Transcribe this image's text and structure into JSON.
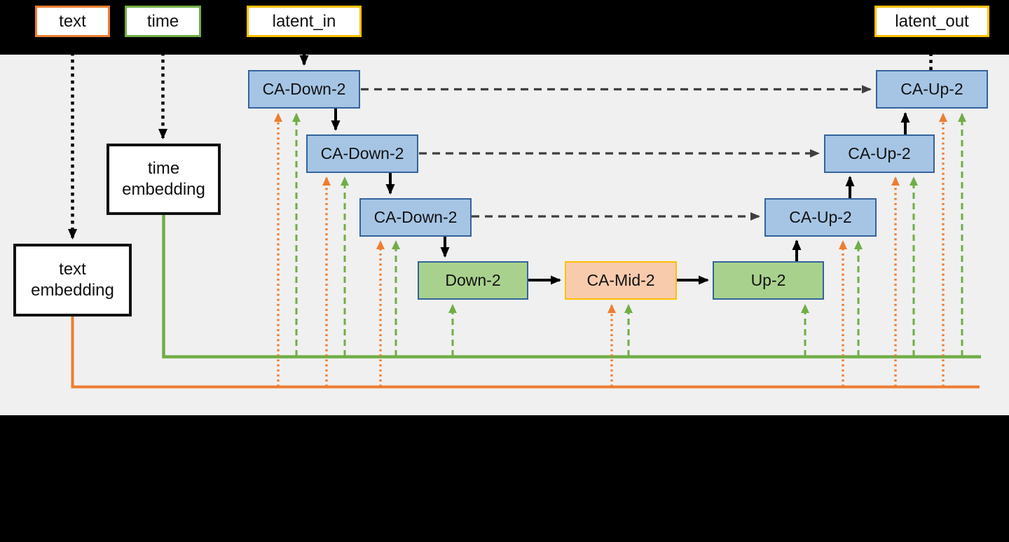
{
  "palette": {
    "background": "#000000",
    "panel": "#F0F0F0",
    "orange": "#ED7D31",
    "green": "#70AD47",
    "gold": "#FFC000",
    "blue_fill": "#A6C5E5",
    "blue_border": "#34639B",
    "green_fill": "#A9D18E",
    "peach_fill": "#F8CBAD",
    "dash_gray": "#3F3F3F",
    "black": "#000000",
    "white": "#FFFFFF"
  },
  "nodes": {
    "input_text": {
      "label": "text",
      "border": "#ED7D31"
    },
    "input_time": {
      "label": "time",
      "border": "#70AD47"
    },
    "latent_in": {
      "label": "latent_in",
      "border": "#FFC000"
    },
    "latent_out": {
      "label": "latent_out",
      "border": "#FFC000"
    },
    "time_embedding": {
      "label": "time embedding",
      "border": "#70AD47"
    },
    "text_embedding": {
      "label": "text embedding",
      "border": "#ED7D31"
    },
    "ca_down_1": {
      "label": "CA-Down-2",
      "fill": "#A6C5E5"
    },
    "ca_down_2": {
      "label": "CA-Down-2",
      "fill": "#A6C5E5"
    },
    "ca_down_3": {
      "label": "CA-Down-2",
      "fill": "#A6C5E5"
    },
    "down": {
      "label": "Down-2",
      "fill": "#A9D18E"
    },
    "ca_mid": {
      "label": "CA-Mid-2",
      "fill": "#F8CBAD"
    },
    "up": {
      "label": "Up-2",
      "fill": "#A9D18E"
    },
    "ca_up_3": {
      "label": "CA-Up-2",
      "fill": "#A6C5E5"
    },
    "ca_up_2": {
      "label": "CA-Up-2",
      "fill": "#A6C5E5"
    },
    "ca_up_1": {
      "label": "CA-Up-2",
      "fill": "#A6C5E5"
    }
  },
  "connections": [
    {
      "from": "input_text",
      "to": "text_embedding",
      "style": "dotted-black"
    },
    {
      "from": "input_time",
      "to": "time_embedding",
      "style": "dotted-black"
    },
    {
      "from": "latent_in",
      "to": "ca_down_1",
      "style": "dotted-black"
    },
    {
      "from": "ca_up_1",
      "to": "latent_out",
      "style": "dotted-black"
    },
    {
      "from": "ca_down_1",
      "to": "ca_down_2",
      "style": "solid-black"
    },
    {
      "from": "ca_down_2",
      "to": "ca_down_3",
      "style": "solid-black"
    },
    {
      "from": "ca_down_3",
      "to": "down",
      "style": "solid-black"
    },
    {
      "from": "down",
      "to": "ca_mid",
      "style": "solid-black"
    },
    {
      "from": "ca_mid",
      "to": "up",
      "style": "solid-black"
    },
    {
      "from": "up",
      "to": "ca_up_3",
      "style": "solid-black"
    },
    {
      "from": "ca_up_3",
      "to": "ca_up_2",
      "style": "solid-black"
    },
    {
      "from": "ca_up_2",
      "to": "ca_up_1",
      "style": "solid-black"
    },
    {
      "from": "ca_down_1",
      "to": "ca_up_1",
      "style": "dashed-gray-skip"
    },
    {
      "from": "ca_down_2",
      "to": "ca_up_2",
      "style": "dashed-gray-skip"
    },
    {
      "from": "ca_down_3",
      "to": "ca_up_3",
      "style": "dashed-gray-skip"
    },
    {
      "from": "text_embedding",
      "to": [
        "ca_down_1",
        "ca_down_2",
        "ca_down_3",
        "ca_mid",
        "ca_up_3",
        "ca_up_2",
        "ca_up_1"
      ],
      "style": "dotted-orange-bus"
    },
    {
      "from": "time_embedding",
      "to": [
        "ca_down_1",
        "ca_down_2",
        "ca_down_3",
        "down",
        "ca_mid",
        "up",
        "ca_up_3",
        "ca_up_2",
        "ca_up_1"
      ],
      "style": "dashed-green-bus"
    }
  ]
}
